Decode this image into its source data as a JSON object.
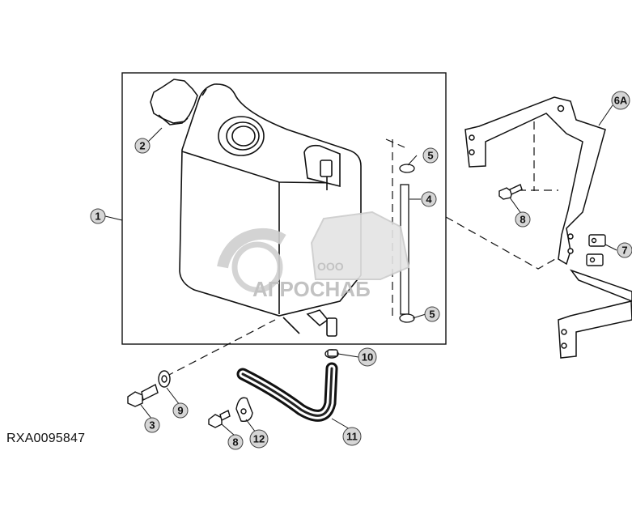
{
  "drawing_code": "RXA0095847",
  "callouts": {
    "c1": "1",
    "c2": "2",
    "c3": "3",
    "c4": "4",
    "c5a": "5",
    "c5b": "5",
    "c6a": "6A",
    "c7": "7",
    "c8a": "8",
    "c8b": "8",
    "c9": "9",
    "c10": "10",
    "c11": "11",
    "c12": "12"
  },
  "watermark": {
    "top": "ООО",
    "brand": "АГРОСНАБ"
  }
}
